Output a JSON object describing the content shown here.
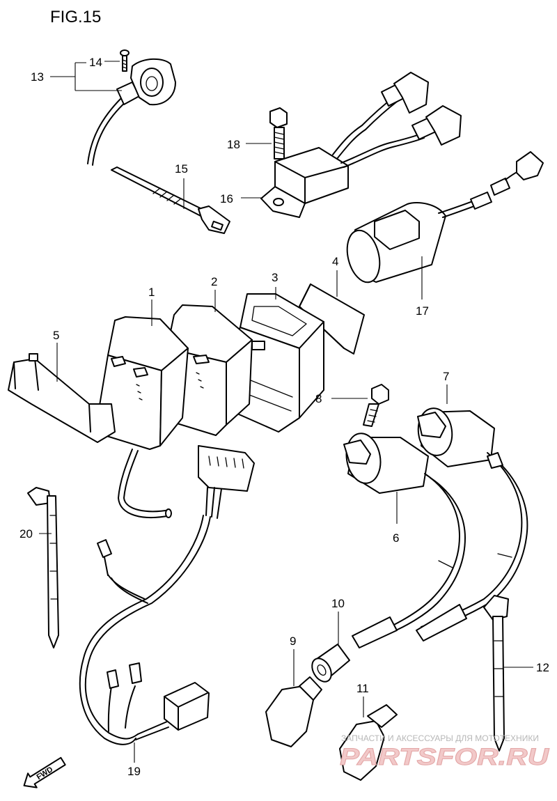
{
  "figure": {
    "title": "FIG.15"
  },
  "callouts": {
    "c1": "1",
    "c2": "2",
    "c3": "3",
    "c4": "4",
    "c5": "5",
    "c6": "6",
    "c7": "7",
    "c8": "8",
    "c9": "9",
    "c10": "10",
    "c11": "11",
    "c12": "12",
    "c13": "13",
    "c14": "14",
    "c15": "15",
    "c16": "16",
    "c17": "17",
    "c18": "18",
    "c19": "19",
    "c20": "20"
  },
  "direction": {
    "label": "FWD"
  },
  "watermark": {
    "tagline": "ЗАПЧАСТИ И АКСЕССУАРЫ ДЛЯ МОТОТЕХНИКИ",
    "logo": "PARTSFOR.RU"
  }
}
